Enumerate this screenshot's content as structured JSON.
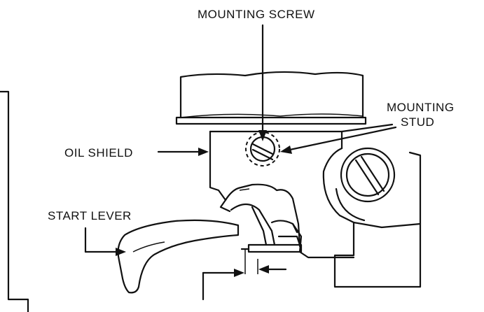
{
  "labels": {
    "mounting_screw": "MOUNTING SCREW",
    "mounting_stud_line1": "MOUNTING",
    "mounting_stud_line2": "STUD",
    "oil_shield": "OIL SHIELD",
    "start_lever": "START LEVER"
  }
}
